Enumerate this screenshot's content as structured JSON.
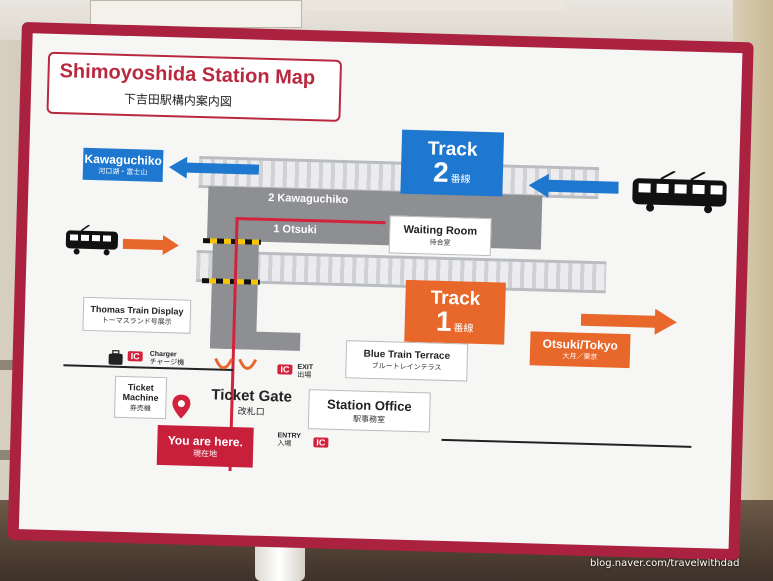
{
  "sign": {
    "title_en": "Shimoyoshida Station Map",
    "title_jp": "下吉田駅構内案内図",
    "track2": {
      "word": "Track",
      "number": "2",
      "suffix": "番線",
      "color": "#1e78cf"
    },
    "track1": {
      "word": "Track",
      "number": "1",
      "suffix": "番線",
      "color": "#e8672a"
    },
    "dest_left": {
      "en": "Kawaguchiko",
      "jp": "河口湖・富士山",
      "color": "#1e78cf"
    },
    "dest_right": {
      "en": "Otsuki/Tokyo",
      "jp": "大月／東京",
      "color": "#e8672a"
    },
    "platform_2": "2 Kawaguchiko",
    "platform_1": "1 Otsuki",
    "waiting_room": {
      "en": "Waiting Room",
      "jp": "待合室"
    },
    "thomas": {
      "en": "Thomas Train Display",
      "jp": "トーマスランド号展示"
    },
    "blue_train": {
      "en": "Blue Train Terrace",
      "jp": "ブルートレインテラス"
    },
    "charger": {
      "en": "Charger",
      "jp": "チャージ機"
    },
    "ticket_machine": {
      "en_1": "Ticket",
      "en_2": "Machine",
      "jp": "券売機"
    },
    "exit": {
      "en": "EXIT",
      "jp": "出場"
    },
    "entry": {
      "en": "ENTRY",
      "jp": "入場"
    },
    "ic_mark": "IC",
    "ticket_gate": {
      "en": "Ticket Gate",
      "jp": "改札口"
    },
    "station_office": {
      "en": "Station Office",
      "jp": "駅事務室"
    },
    "you_are_here": {
      "en": "You are here.",
      "jp": "現在地"
    },
    "accent_red": "#c8203a"
  },
  "watermark": "blog.naver.com/travelwithdad"
}
